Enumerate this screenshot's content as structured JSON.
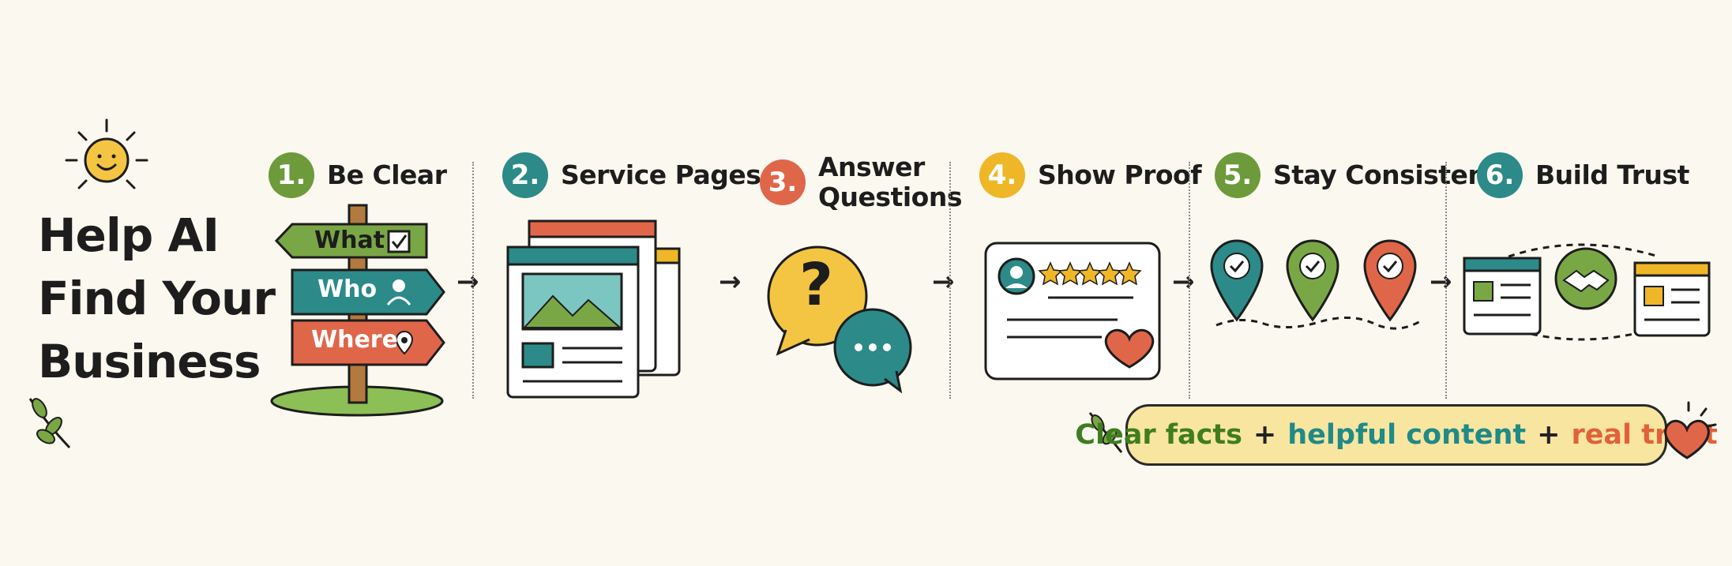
{
  "title_lines": [
    "Help AI",
    "Find Your",
    "Business"
  ],
  "steps": [
    {
      "num": "1.",
      "label": "Be Clear",
      "color": "#6d9a3a"
    },
    {
      "num": "2.",
      "label": "Service Pages",
      "color": "#2c8a89"
    },
    {
      "num": "3.",
      "label_lines": [
        "Answer",
        "Questions"
      ],
      "color": "#e0664a"
    },
    {
      "num": "4.",
      "label": "Show Proof",
      "color": "#efb728"
    },
    {
      "num": "5.",
      "label": "Stay Consistent",
      "color": "#6d9a3a"
    },
    {
      "num": "6.",
      "label": "Build Trust",
      "color": "#2c8a89"
    }
  ],
  "signpost": {
    "what": "What",
    "who": "Who",
    "where": "Where"
  },
  "question_mark": "?",
  "banner": {
    "part1": "Clear facts",
    "part1_color": "#3f7d20",
    "plus": "+",
    "part2": "helpful content",
    "part2_color": "#1f8a87",
    "part3": "real trust",
    "part3_color": "#e0623a"
  },
  "arrow_glyph": "→"
}
